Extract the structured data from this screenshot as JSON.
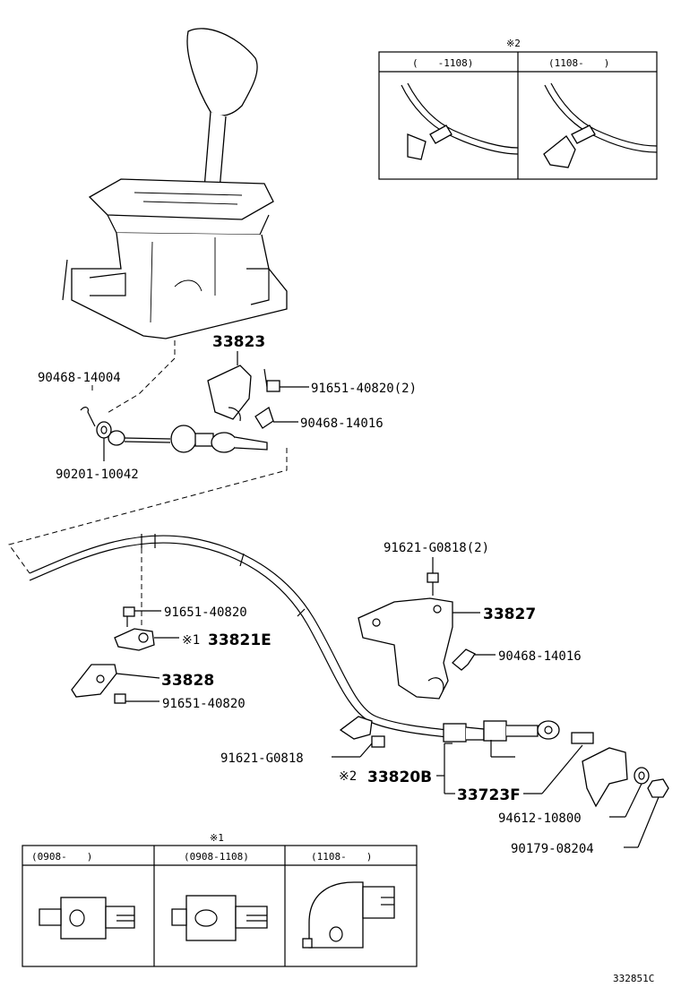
{
  "inset_top": {
    "marker": "※2",
    "cols": [
      "(　　-1108)",
      "(1108-　　)"
    ]
  },
  "inset_bottom": {
    "marker": "※1",
    "cols": [
      "(0908-　　)",
      "(0908-1108)",
      "(1108-　　)"
    ]
  },
  "labels": {
    "p33823": "33823",
    "p90468_14004": "90468-14004",
    "p91651_40820_2": "91651-40820(2)",
    "p90468_14016_a": "90468-14016",
    "p90201_10042": "90201-10042",
    "p91621_G0818_2": "91621-G0818(2)",
    "p91651_40820_a": "91651-40820",
    "p33821E_marker": "※1",
    "p33821E": "33821E",
    "p33827": "33827",
    "p90468_14016_b": "90468-14016",
    "p33828": "33828",
    "p91651_40820_b": "91651-40820",
    "p91621_G0818": "91621-G0818",
    "p33820B_marker": "※2",
    "p33820B": "33820B",
    "p33723F": "33723F",
    "p94612_10800": "94612-10800",
    "p90179_08204": "90179-08204"
  },
  "figure_id": "332851C"
}
